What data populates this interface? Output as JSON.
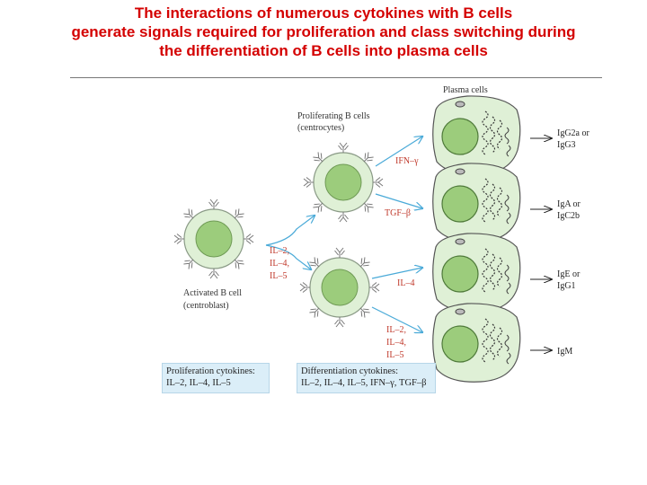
{
  "title": {
    "line1": "The interactions of numerous cytokines with B cells",
    "line2": "generate signals required for proliferation and class switching during",
    "line3": "the differentiation of B cells into plasma cells"
  },
  "labels": {
    "plasma_cells": "Plasma cells",
    "proliferating_line1": "Proliferating B cells",
    "proliferating_line2": "(centrocytes)",
    "activated_line1": "Activated B cell",
    "activated_line2": "(centroblast)",
    "ifn": "IFN–γ",
    "tgf": "TGF–β",
    "il2": "IL–2,",
    "il4": "IL–4,",
    "il5": "IL–5",
    "il4_only": "IL–4",
    "il2b": "IL–2,",
    "il4b": "IL–4,",
    "il5b": "IL–5"
  },
  "outputs": [
    {
      "line1": "IgG2a or",
      "line2": "IgG3"
    },
    {
      "line1": "IgA or",
      "line2": "IgC2b"
    },
    {
      "line1": "IgE or",
      "line2": "IgG1"
    },
    {
      "line1": "IgM",
      "line2": ""
    }
  ],
  "legend": {
    "prolif_title": "Proliferation cytokines:",
    "prolif_list": "IL–2, IL–4, IL–5",
    "diff_title": "Differentiation cytokines:",
    "diff_list": "IL–2, IL–4, IL–5, IFN–γ, TGF–β"
  },
  "colors": {
    "title": "#d40000",
    "cell_outer": "#dff0d6",
    "cell_nucleus": "#9ccc7c",
    "cytokine_arrow": "#4aaad8",
    "legend_bg": "#dbeef8"
  }
}
